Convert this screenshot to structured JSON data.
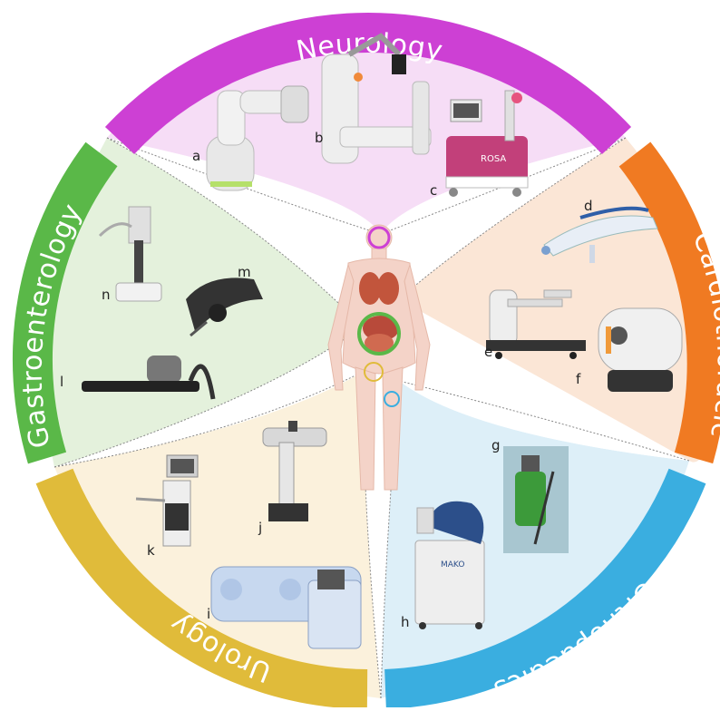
{
  "sections": [
    {
      "name": "Neurology",
      "color": "#CD40D4",
      "fill": "#F6DDF6",
      "letters": [
        "a",
        "b",
        "c"
      ]
    },
    {
      "name": "Cardiothoracic",
      "color": "#F07A22",
      "fill": "#FBE6D6",
      "letters": [
        "d",
        "e",
        "f"
      ]
    },
    {
      "name": "Orthopaedics",
      "color": "#3AAEE0",
      "fill": "#DDEFF8",
      "letters": [
        "g",
        "h"
      ]
    },
    {
      "name": "Urology",
      "color": "#E0BB3A",
      "fill": "#FBF1DC",
      "letters": [
        "i",
        "j",
        "k"
      ]
    },
    {
      "name": "Gastroenterology",
      "color": "#5AB848",
      "fill": "#E4F1DC",
      "letters": [
        "l",
        "m",
        "n"
      ]
    }
  ],
  "robot_labels": {
    "a": "a",
    "b": "b",
    "c": "c",
    "d": "d",
    "e": "e",
    "f": "f",
    "g": "g",
    "h": "h",
    "i": "i",
    "j": "j",
    "k": "k",
    "l": "l",
    "m": "m",
    "n": "n"
  },
  "device_text": {
    "rosa": "ROSA",
    "mako": "MAKO"
  },
  "icons": [
    "human-body-icon",
    "robot-device-icon"
  ]
}
